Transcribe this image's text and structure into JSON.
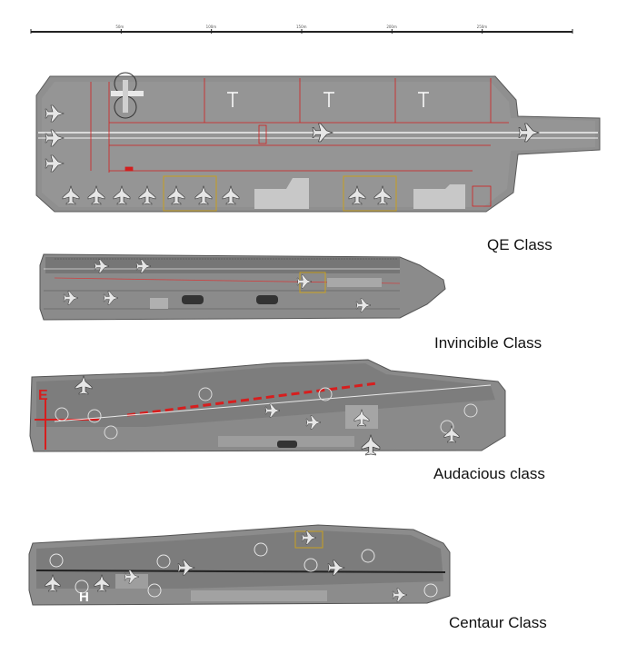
{
  "scale_bar": {
    "tick_labels": [
      "50m",
      "100m",
      "150m",
      "200m",
      "250m"
    ]
  },
  "ships": [
    {
      "key": "qe",
      "label": "QE Class",
      "hull_color": "#8e8e8e",
      "deck_color": "#6f6f6f",
      "marking_color": "#d21f1f"
    },
    {
      "key": "invincible",
      "label": "Invincible Class",
      "hull_color": "#8c8c8c",
      "deck_color": "#6a6a6a",
      "marking_color": "#c44"
    },
    {
      "key": "audacious",
      "label": "Audacious class",
      "hull_color": "#8a8a8a",
      "deck_color": "#6b6b6b",
      "marking_color": "#d71e1e"
    },
    {
      "key": "centaur",
      "label": "Centaur Class",
      "hull_color": "#8d8d8d",
      "deck_color": "#6c6c6c",
      "marking_color": "#ffffff"
    }
  ],
  "deck_letters": {
    "audacious": "E",
    "centaur": "H"
  }
}
